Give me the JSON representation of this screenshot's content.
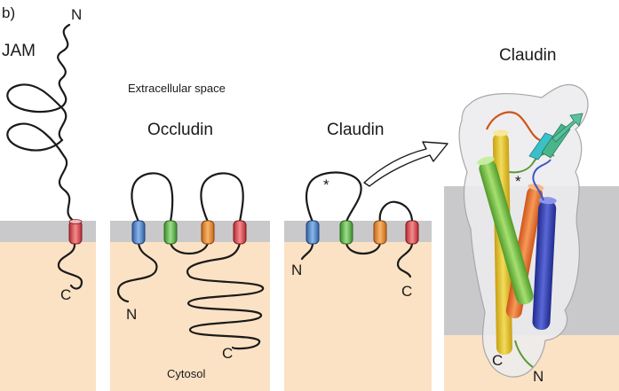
{
  "panel_label": "b)",
  "labels": {
    "jam": "JAM",
    "extracellular": "Extracellular space",
    "cytosol": "Cytosol",
    "occludin": "Occludin",
    "claudin_topology": "Claudin",
    "claudin_structure": "Claudin",
    "star": "*",
    "star_structure": "*"
  },
  "termini": {
    "jam_n": "N",
    "jam_c": "C",
    "occludin_n": "N",
    "occludin_c": "C",
    "claudin_n": "N",
    "claudin_c": "C",
    "structure_c": "C",
    "structure_n": "N"
  },
  "colors": {
    "membrane": "#c9c9cb",
    "cytosol": "#fbe2c4",
    "extracellular": "#ffffff",
    "helix_blue": "#4a86c8",
    "helix_green": "#5cb84a",
    "helix_orange": "#ee8c2c",
    "helix_red": "#e0464a",
    "chain": "#1a1a1a"
  }
}
